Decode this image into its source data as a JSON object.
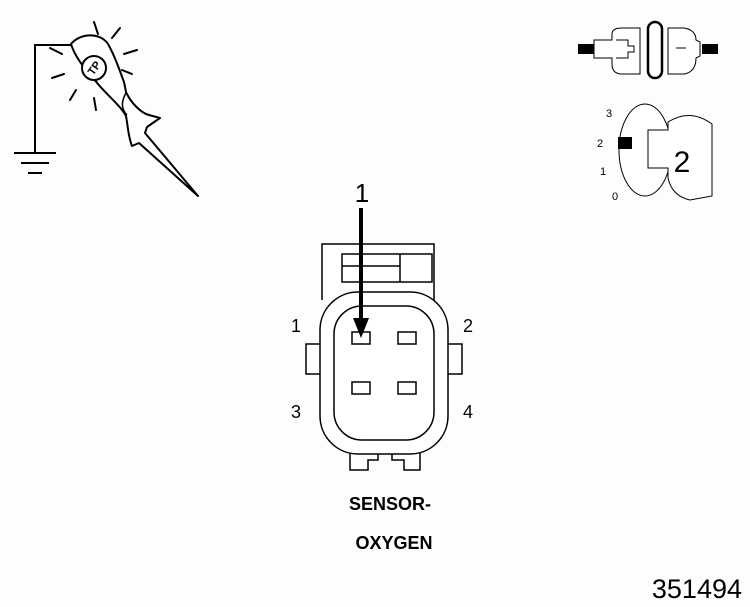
{
  "test_light_label": "TP",
  "ignition_key": {
    "positions": [
      "3",
      "2",
      "1",
      "0"
    ],
    "key_number": "2"
  },
  "callout": {
    "number": "1"
  },
  "connector": {
    "pin_labels": [
      "1",
      "2",
      "3",
      "4"
    ],
    "title_line1": "SENSOR-",
    "title_line2": "OXYGEN"
  },
  "figure_id": "351494",
  "colors": {
    "line": "#000000",
    "background": "#fdfdfd"
  }
}
